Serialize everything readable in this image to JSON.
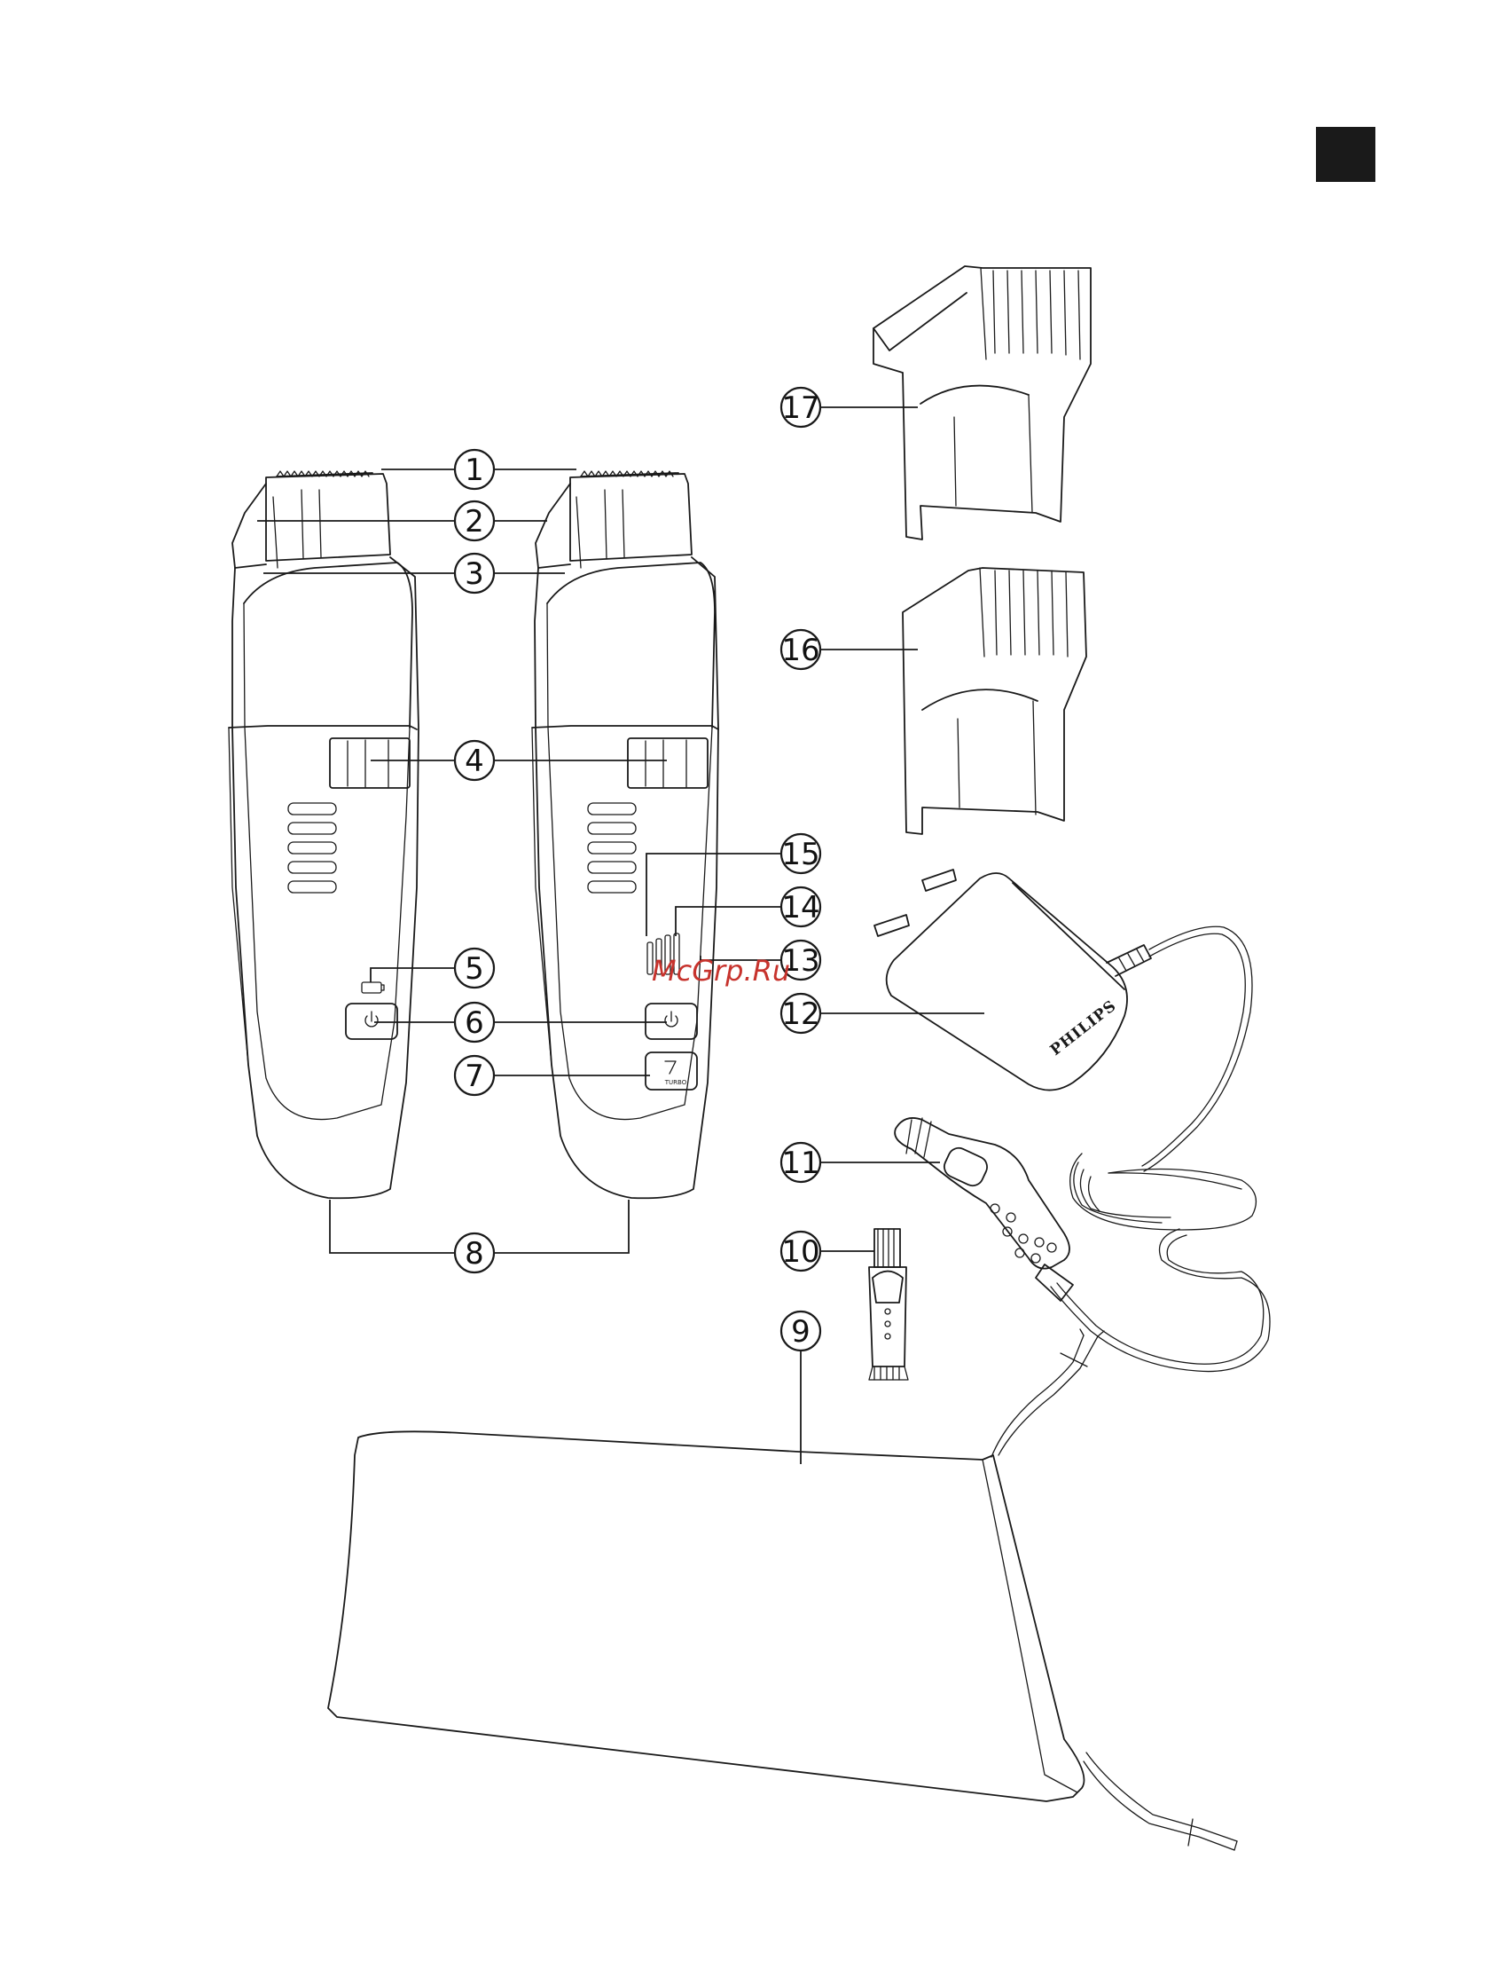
{
  "colors": {
    "ink": "#1a1a1a",
    "corner_tab": "#1a1a1a",
    "paper": "#ffffff",
    "watermark": "#c7332d"
  },
  "callouts": [
    {
      "id": "c1",
      "label": "1"
    },
    {
      "id": "c2",
      "label": "2"
    },
    {
      "id": "c3",
      "label": "3"
    },
    {
      "id": "c4",
      "label": "4"
    },
    {
      "id": "c5",
      "label": "5"
    },
    {
      "id": "c6",
      "label": "6"
    },
    {
      "id": "c7",
      "label": "7"
    },
    {
      "id": "c8",
      "label": "8"
    },
    {
      "id": "c9",
      "label": "9"
    },
    {
      "id": "c10",
      "label": "10"
    },
    {
      "id": "c11",
      "label": "11"
    },
    {
      "id": "c12",
      "label": "12"
    },
    {
      "id": "c13",
      "label": "13"
    },
    {
      "id": "c14",
      "label": "14"
    },
    {
      "id": "c15",
      "label": "15"
    },
    {
      "id": "c16",
      "label": "16"
    },
    {
      "id": "c17",
      "label": "17"
    }
  ],
  "device": {
    "turbo_label": "TURBO",
    "brand": "PHILIPS"
  },
  "watermark": "McGrp.Ru",
  "icons": [
    "power-icon",
    "battery-icon",
    "turbo-icon"
  ]
}
